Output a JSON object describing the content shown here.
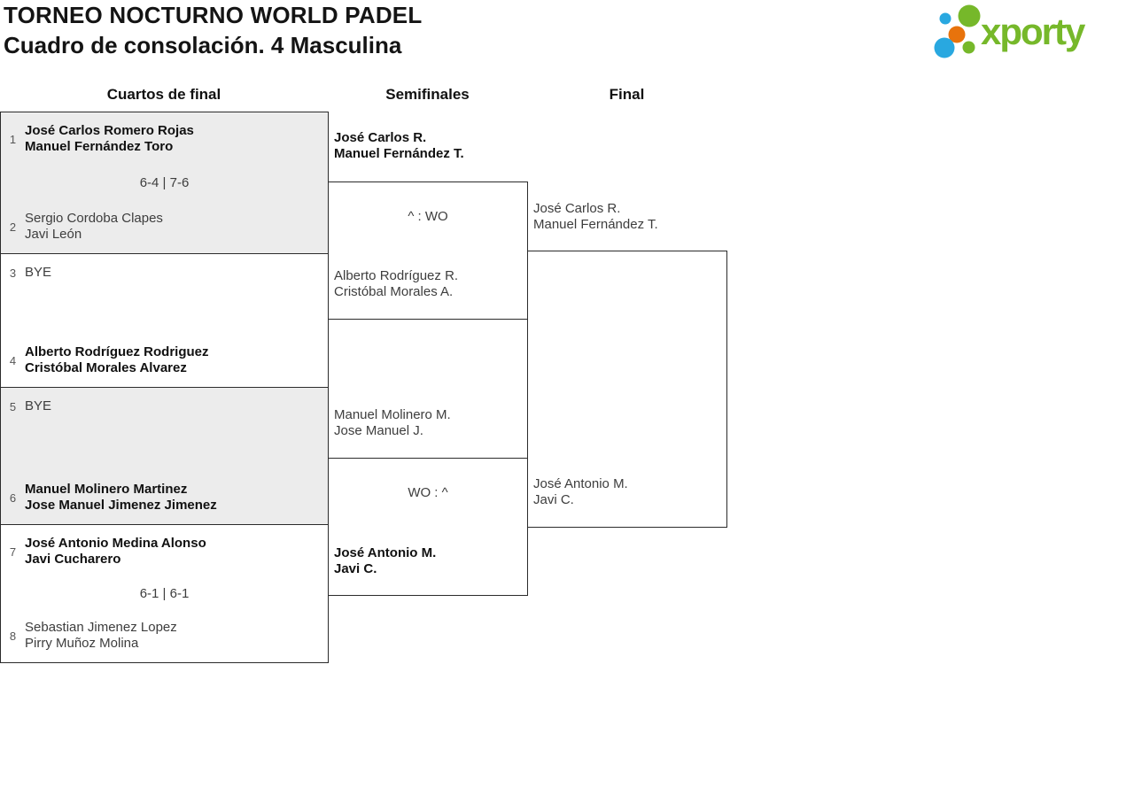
{
  "header": {
    "title": "TORNEO NOCTURNO WORLD PADEL",
    "subtitle": "Cuadro de consolación. 4 Masculina"
  },
  "logo": {
    "brand": "xporty",
    "colors": {
      "green": "#76b82a",
      "blue": "#29a8e0",
      "orange": "#e8730c"
    }
  },
  "rounds": {
    "quarterfinals_label": "Cuartos de final",
    "semifinals_label": "Semifinales",
    "final_label": "Final"
  },
  "quarterfinals": [
    {
      "team1": {
        "seed": "1",
        "line1": "José Carlos Romero Rojas",
        "line2": "Manuel Fernández Toro",
        "winner": true
      },
      "score": "6-4 | 7-6",
      "team2": {
        "seed": "2",
        "line1": "Sergio Cordoba Clapes",
        "line2": "Javi León",
        "winner": false
      }
    },
    {
      "team1": {
        "seed": "3",
        "line1": "BYE",
        "line2": "",
        "winner": false
      },
      "score": "",
      "team2": {
        "seed": "4",
        "line1": "Alberto Rodríguez Rodriguez",
        "line2": "Cristóbal Morales Alvarez",
        "winner": true
      }
    },
    {
      "team1": {
        "seed": "5",
        "line1": "BYE",
        "line2": "",
        "winner": false
      },
      "score": "",
      "team2": {
        "seed": "6",
        "line1": "Manuel Molinero Martinez",
        "line2": "Jose Manuel Jimenez Jimenez",
        "winner": true
      }
    },
    {
      "team1": {
        "seed": "7",
        "line1": "José Antonio Medina Alonso",
        "line2": "Javi Cucharero",
        "winner": true
      },
      "score": "6-1 | 6-1",
      "team2": {
        "seed": "8",
        "line1": "Sebastian Jimenez Lopez",
        "line2": "Pirry Muñoz Molina",
        "winner": false
      }
    }
  ],
  "semifinals": [
    {
      "team1": {
        "line1": "José Carlos R.",
        "line2": "Manuel Fernández T.",
        "winner": true
      },
      "score": "^ : WO",
      "team2": {
        "line1": "Alberto Rodríguez R.",
        "line2": "Cristóbal Morales A.",
        "winner": false
      }
    },
    {
      "team1": {
        "line1": "Manuel Molinero M.",
        "line2": "Jose Manuel J.",
        "winner": false
      },
      "score": "WO : ^",
      "team2": {
        "line1": "José Antonio M.",
        "line2": "Javi C.",
        "winner": true
      }
    }
  ],
  "final": {
    "team1": {
      "line1": "José Carlos R.",
      "line2": "Manuel Fernández T."
    },
    "team2": {
      "line1": "José Antonio M.",
      "line2": "Javi C."
    }
  }
}
